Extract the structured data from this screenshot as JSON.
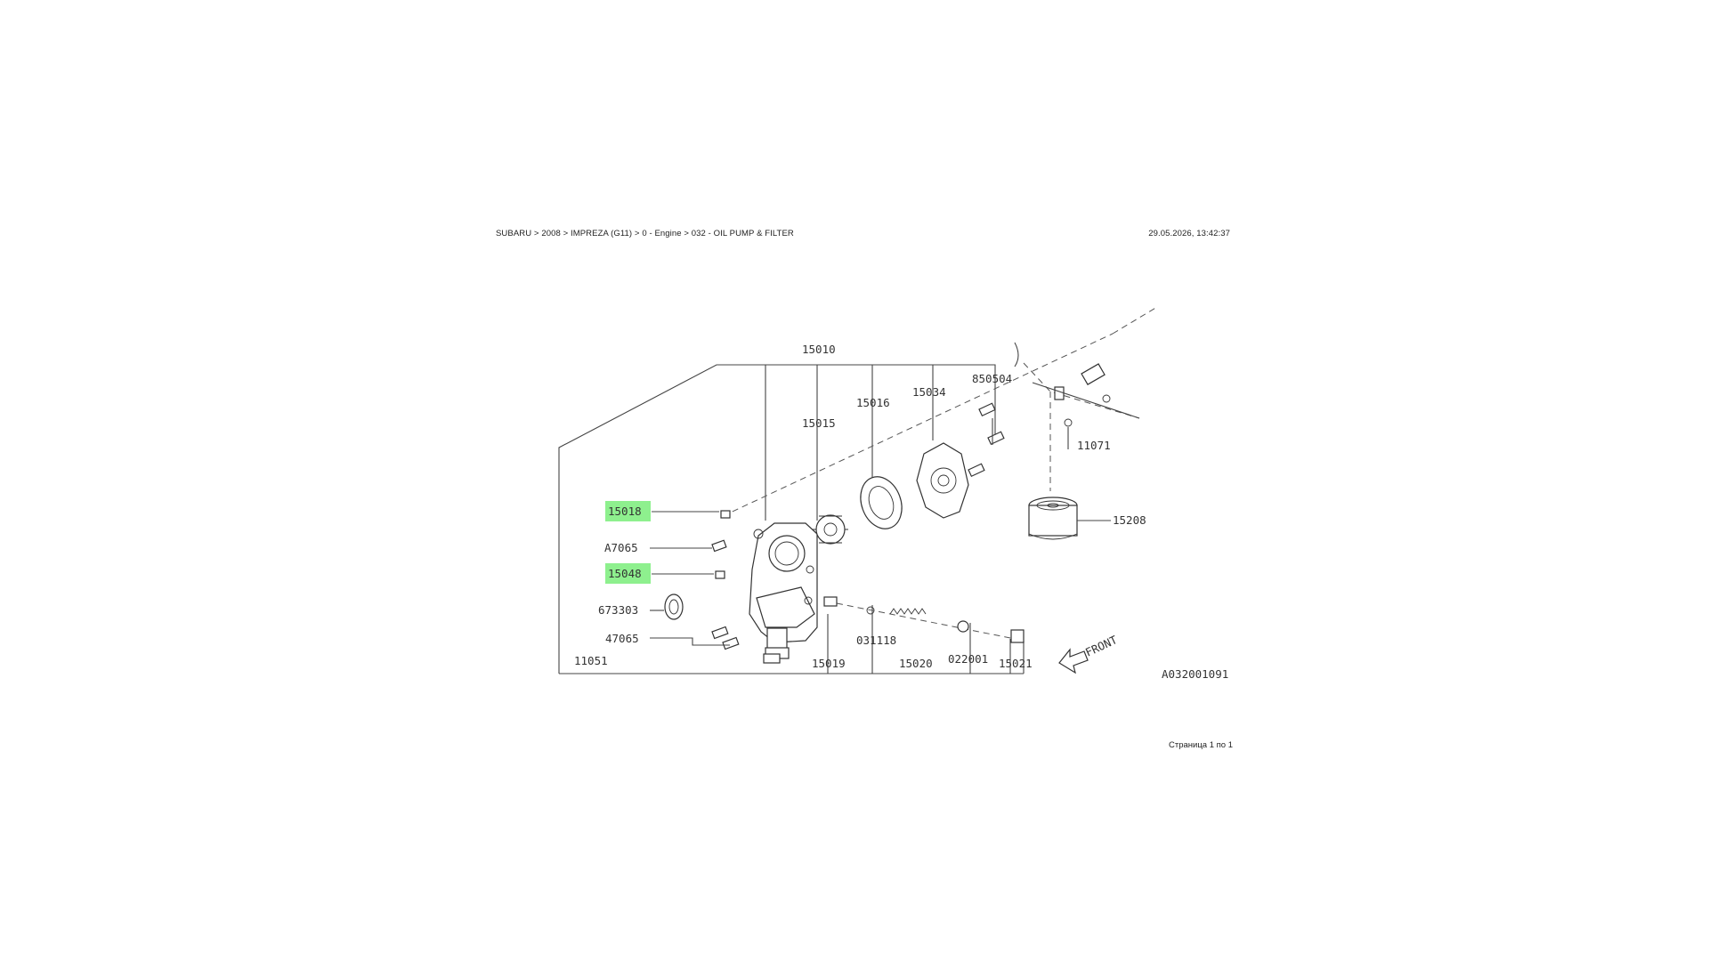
{
  "header": {
    "breadcrumb": "SUBARU > 2008 > IMPREZA (G11) > 0 - Engine > 032 - OIL PUMP & FILTER",
    "timestamp": "29.05.2026, 13:42:37"
  },
  "footer": {
    "page_info": "Страница 1 по 1"
  },
  "diagram": {
    "figure_code": "A032001091",
    "front_label": "FRONT",
    "highlight_color": "#8ef08e",
    "parts": {
      "p15010": "15010",
      "p15015": "15015",
      "p15016": "15016",
      "p15034": "15034",
      "p850504": "850504",
      "p11071": "11071",
      "p15208": "15208",
      "p15018": "15018",
      "pA7065": "A7065",
      "p15048": "15048",
      "p673303": "673303",
      "p47065": "47065",
      "p11051": "11051",
      "p15019": "15019",
      "p031118": "031118",
      "p15020": "15020",
      "p022001": "022001",
      "p15021": "15021"
    }
  }
}
